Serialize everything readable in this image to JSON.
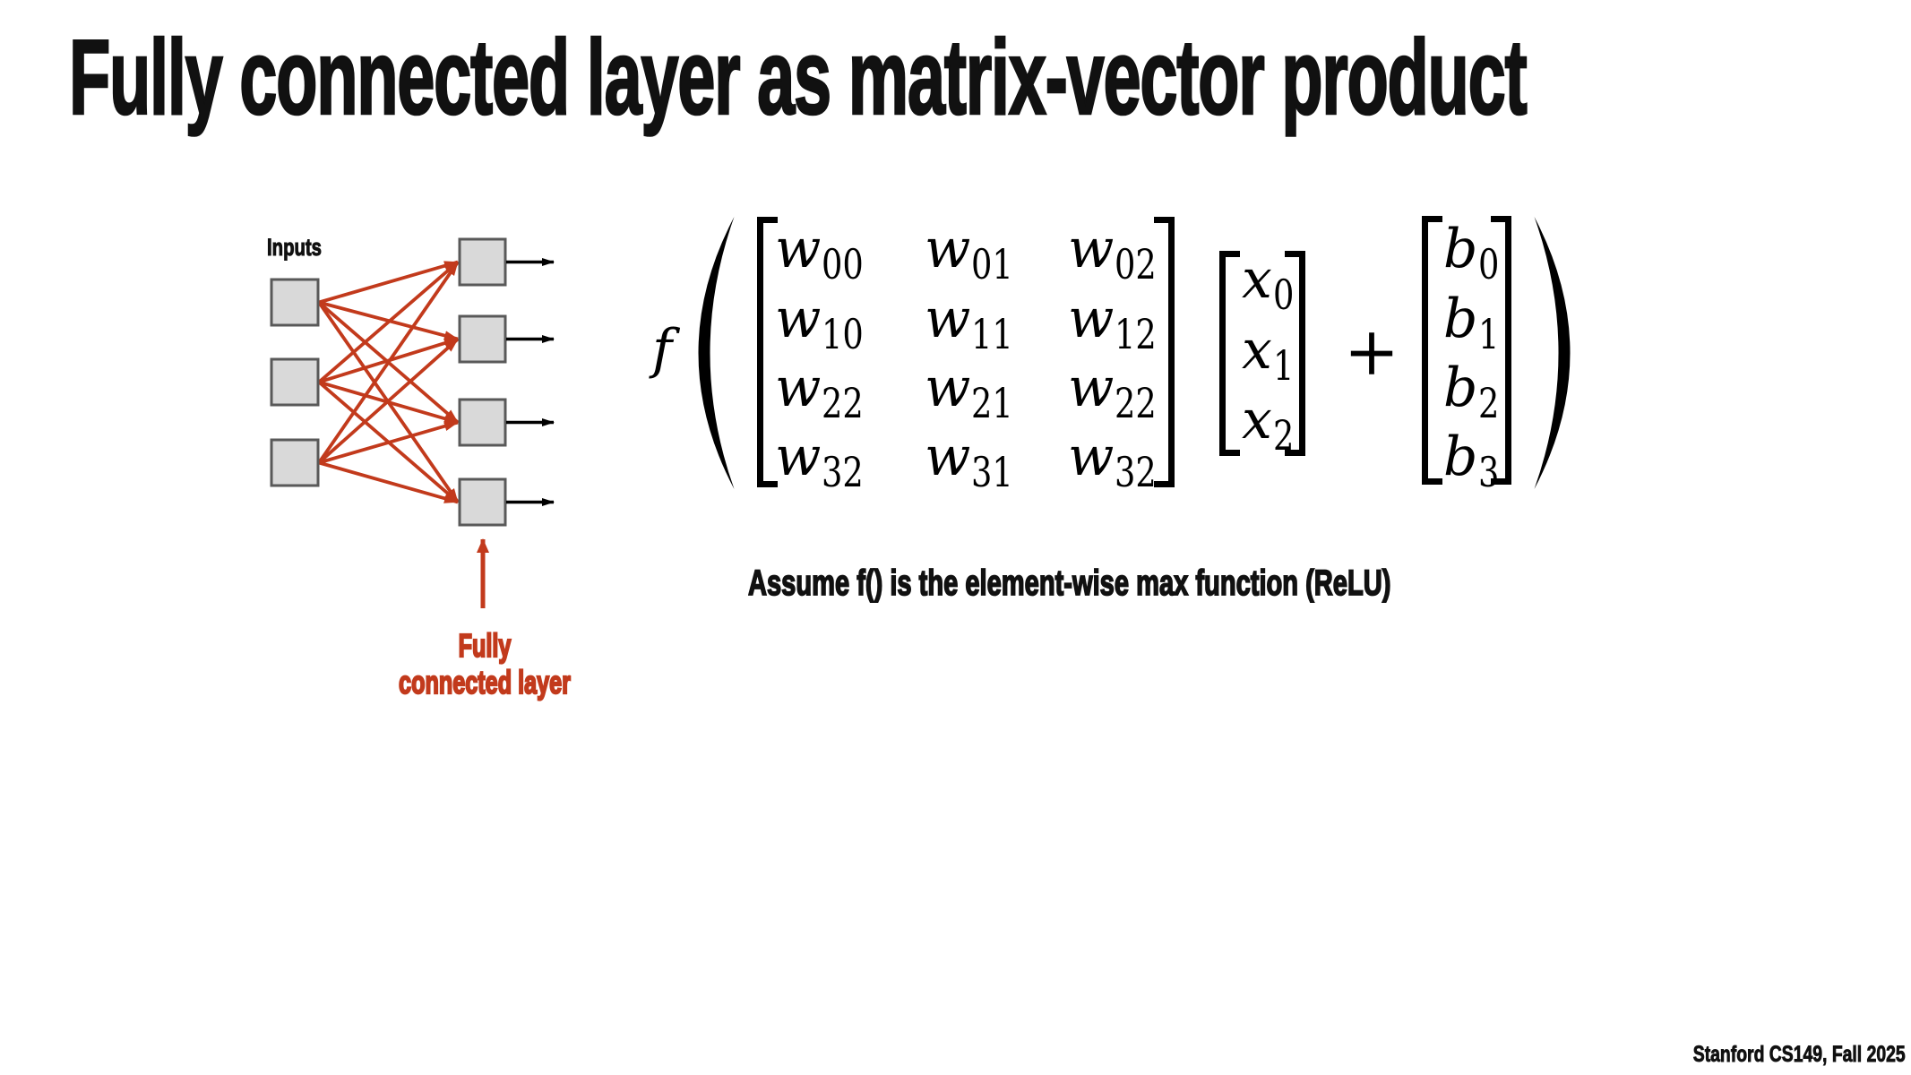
{
  "slide": {
    "title": "Fully connected layer as matrix-vector product",
    "assumption": "Assume f() is the element-wise max function (ReLU)",
    "footer": "Stanford CS149, Fall 2025"
  },
  "colors": {
    "red": "#c23a1c",
    "text": "#111111",
    "box_fill": "#d9d9d9",
    "box_border": "#595959"
  },
  "diagram": {
    "inputs_label": "Inputs",
    "layer_label_line1": "Fully",
    "layer_label_line2": "connected layer",
    "input_node_count": 3,
    "output_node_count": 4
  },
  "equation": {
    "f": "f",
    "plus": "+",
    "w": "w",
    "x": "x",
    "b": "b",
    "matrix_subs": [
      [
        "00",
        "01",
        "02"
      ],
      [
        "10",
        "11",
        "12"
      ],
      [
        "22",
        "21",
        "22"
      ],
      [
        "32",
        "31",
        "32"
      ]
    ],
    "x_subs": [
      "0",
      "1",
      "2"
    ],
    "b_subs": [
      "0",
      "1",
      "2",
      "3"
    ]
  }
}
